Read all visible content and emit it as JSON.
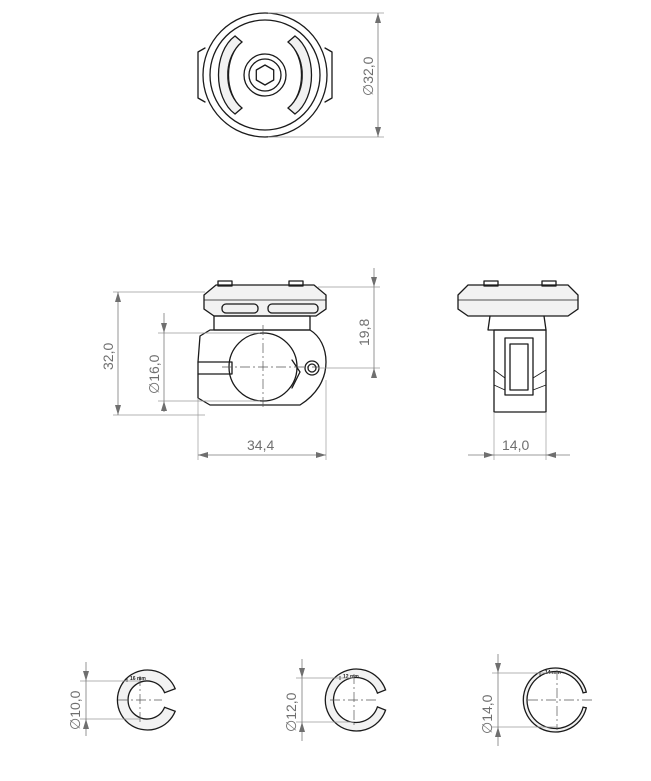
{
  "dimensions": {
    "top_view_diameter": "∅32,0",
    "front_height": "32,0",
    "front_clamp_diameter": "∅16,0",
    "front_upper_height": "19,8",
    "front_width": "34,4",
    "side_width": "14,0",
    "shim_small_diameter": "∅10,0",
    "shim_medium_diameter": "∅12,0",
    "shim_large_diameter": "∅14,0"
  },
  "shim_labels": {
    "small": "16 mm",
    "medium": "12 mm",
    "large": "14 mm"
  }
}
